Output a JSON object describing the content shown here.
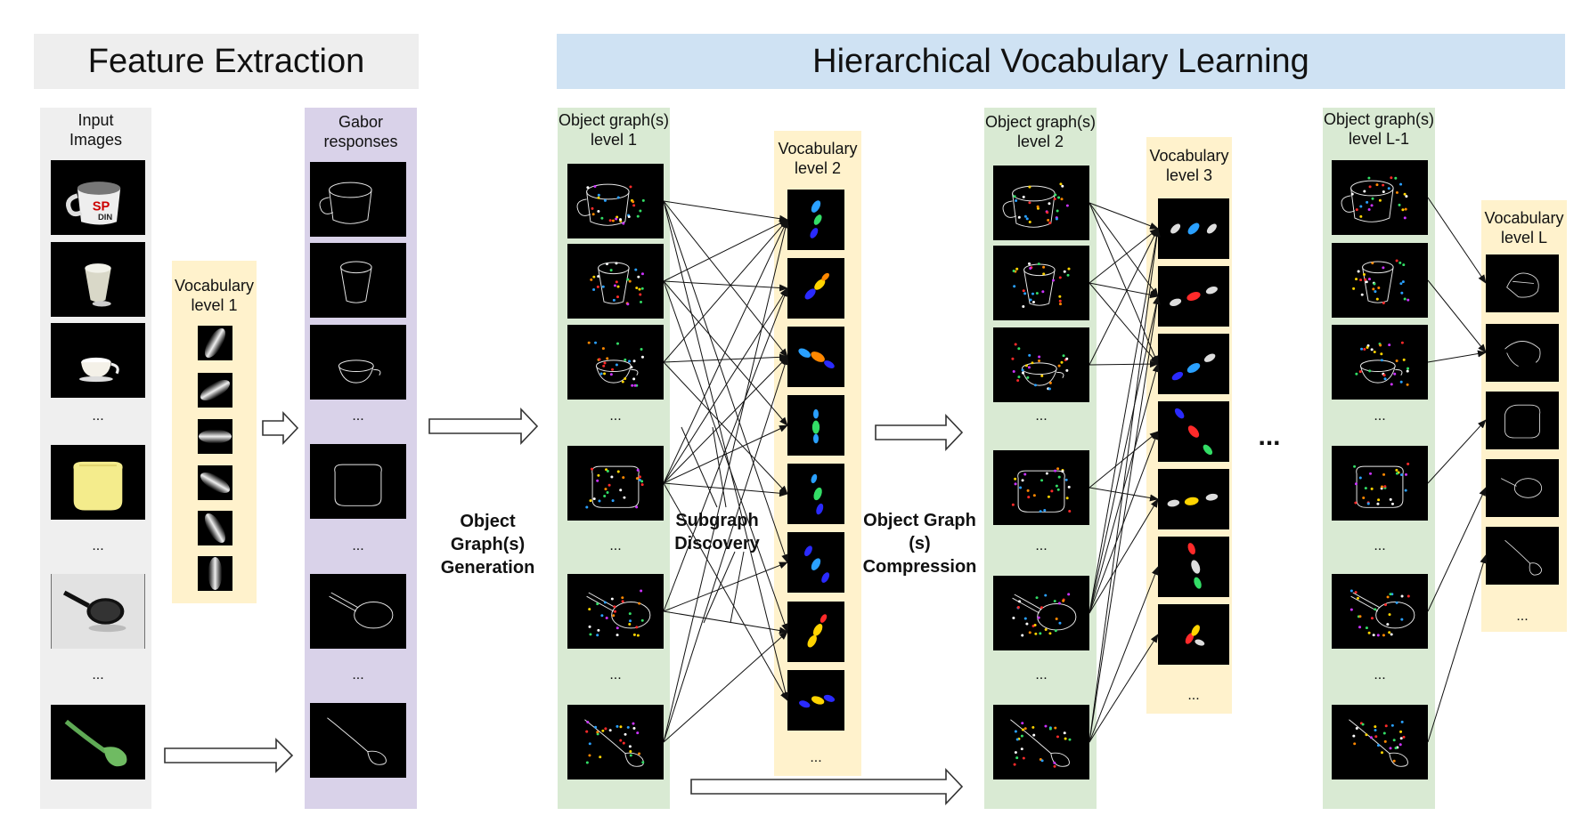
{
  "headers": {
    "feature_extraction": "Feature Extraction",
    "hierarchical_learning": "Hierarchical Vocabulary Learning"
  },
  "columns": {
    "input_images": "Input\nImages",
    "vocab_l1": "Vocabulary\nlevel 1",
    "gabor": "Gabor\nresponses",
    "graph_l1": "Object graph(s)\nlevel 1",
    "vocab_l2": "Vocabulary\nlevel 2",
    "graph_l2": "Object graph(s)\nlevel 2",
    "vocab_l3": "Vocabulary\nlevel 3",
    "graph_lL1": "Object graph(s)\nlevel L-1",
    "vocab_lL": "Vocabulary\nlevel L"
  },
  "steps": {
    "generation": "Object\nGraph(s)\nGeneration",
    "discovery": "Subgraph\nDiscovery",
    "compression": "Object Graph\n(s)\nCompression"
  },
  "ellipsis": "...",
  "big_ellipsis": "...",
  "colors": {
    "header_gray": "#eeeeee",
    "header_blue": "#cfe2f3",
    "col_gray": "#efefef",
    "col_yellow": "#fff2cc",
    "col_purple": "#d9d2e9",
    "col_green": "#d9ead3"
  }
}
